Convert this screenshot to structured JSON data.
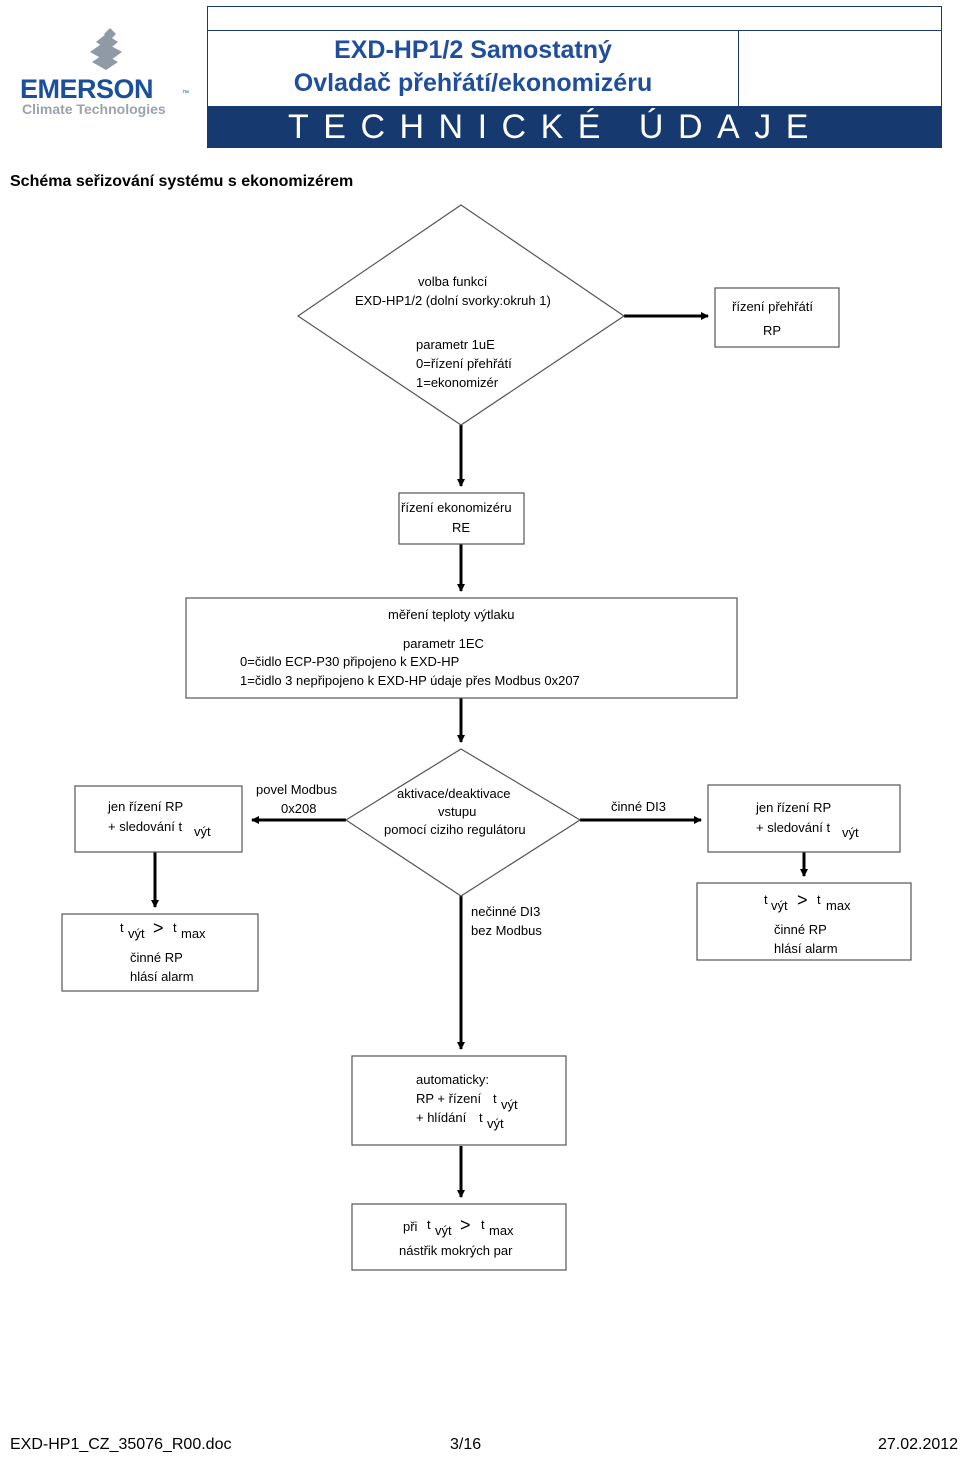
{
  "header": {
    "logo_name": "EMERSON",
    "logo_tm": "™",
    "logo_subtitle": "Climate Technologies",
    "title_line1": "EXD-HP1/2 Samostatný",
    "title_line2": "Ovladač přehřátí/ekonomizéru",
    "band_text": "TECHNICKÉ ÚDAJE",
    "colors": {
      "brand_blue": "#1f4e9c",
      "band_bg": "#163a70",
      "logo_grey": "#9aa3ad"
    }
  },
  "section_title": "Schéma seřizování systému s ekonomizérem",
  "diagram": {
    "d1": {
      "l1": "volba funkcí",
      "l2": "EXD-HP1/2 (dolní svorky:okruh 1)",
      "l3": "parametr 1uE",
      "l4": "0=řízení přehřátí",
      "l5": "1=ekonomizér"
    },
    "b_rp": {
      "l1": "řízení přehřátí",
      "l2": "RP"
    },
    "b_re": {
      "l1": "řízení ekonomizéru",
      "l2": "RE"
    },
    "b_mer": {
      "l1": "měření teploty výtlaku",
      "l2": "parametr 1EC",
      "l3": "0=čidlo ECP-P30 připojeno k EXD-HP",
      "l4": "1=čidlo 3 nepřipojeno k EXD-HP údaje přes Modbus 0x207"
    },
    "d2": {
      "l1": "aktivace/deaktivace",
      "l2": "vstupu",
      "l3": "pomocí ciziho regulátoru"
    },
    "lbl_modbus": {
      "l1": "povel Modbus",
      "l2": "0x208"
    },
    "lbl_di3": "činné DI3",
    "lbl_nedi3": {
      "l1": "nečinné DI3",
      "l2": "bez Modbus"
    },
    "b_left": {
      "l1": "jen řízení RP",
      "l2": "+ sledování t",
      "sub": "výt"
    },
    "b_right": {
      "l1": "jen řízení RP",
      "l2": "+ sledování t",
      "sub": "výt"
    },
    "alarm": {
      "t": "t",
      "sub_vyt": "výt",
      "gt": ">",
      "sub_max": "max",
      "l2": "činné RP",
      "l3": "hlásí alarm"
    },
    "b_auto": {
      "l1": "automaticky:",
      "l2": "RP + řízení",
      "l3": "+ hlídání",
      "t": "t",
      "sub": "výt"
    },
    "b_wet": {
      "pri": "při",
      "t": "t",
      "sub_vyt": "výt",
      "gt": ">",
      "sub_max": "max",
      "l2": "nástřik mokrých par"
    }
  },
  "footer": {
    "doc": "EXD-HP1_CZ_35076_R00.doc",
    "page": "3/16",
    "date": "27.02.2012"
  }
}
